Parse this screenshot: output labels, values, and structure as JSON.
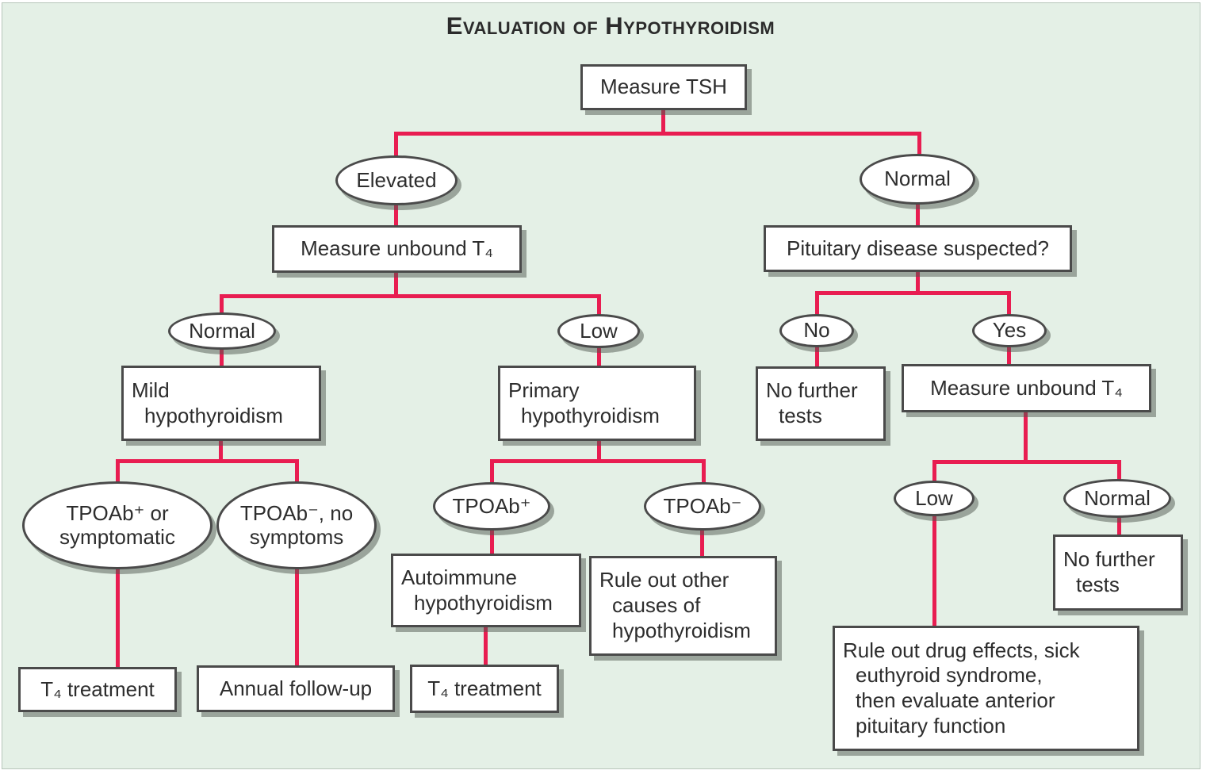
{
  "title": "Evaluation of Hypothyroidism",
  "colors": {
    "background": "#e4f0e6",
    "connector_red": "#e81d51",
    "box_border": "#4a4a4a",
    "box_fill": "#ffffff",
    "text": "#2d2d2d"
  },
  "nodes": {
    "measure_tsh": {
      "label": "Measure TSH"
    },
    "elevated": {
      "label": "Elevated"
    },
    "normal_top": {
      "label": "Normal"
    },
    "measure_t4_left": {
      "label": "Measure unbound T₄"
    },
    "pituitary": {
      "label": "Pituitary disease suspected?"
    },
    "normal_left": {
      "label": "Normal"
    },
    "low_mid": {
      "label": "Low"
    },
    "no": {
      "label": "No"
    },
    "yes": {
      "label": "Yes"
    },
    "mild": {
      "lines": [
        "Mild",
        "hypothyroidism"
      ]
    },
    "primary": {
      "lines": [
        "Primary",
        "hypothyroidism"
      ]
    },
    "no_further_left": {
      "lines": [
        "No further",
        "tests"
      ]
    },
    "measure_t4_right": {
      "label": "Measure unbound T₄"
    },
    "tpoab_pos_sympt": {
      "lines": [
        "TPOAb⁺ or",
        "symptomatic"
      ]
    },
    "tpoab_neg_nosympt": {
      "lines": [
        "TPOAb⁻, no",
        "symptoms"
      ]
    },
    "tpoab_pos": {
      "label": "TPOAb⁺"
    },
    "tpoab_neg": {
      "label": "TPOAb⁻"
    },
    "low_right": {
      "label": "Low"
    },
    "normal_right": {
      "label": "Normal"
    },
    "t4_treatment_left": {
      "label": "T₄ treatment"
    },
    "annual_followup": {
      "label": "Annual follow-up"
    },
    "autoimmune": {
      "lines": [
        "Autoimmune",
        "hypothyroidism"
      ]
    },
    "rule_out_other": {
      "lines": [
        "Rule out other",
        "causes of",
        "hypothyroidism"
      ]
    },
    "t4_treatment_mid": {
      "label": "T₄ treatment"
    },
    "no_further_right": {
      "lines": [
        "No further",
        "tests"
      ]
    },
    "rule_out_drug": {
      "lines": [
        "Rule out drug effects, sick",
        "euthyroid syndrome,",
        "then evaluate anterior",
        "pituitary function"
      ]
    }
  }
}
